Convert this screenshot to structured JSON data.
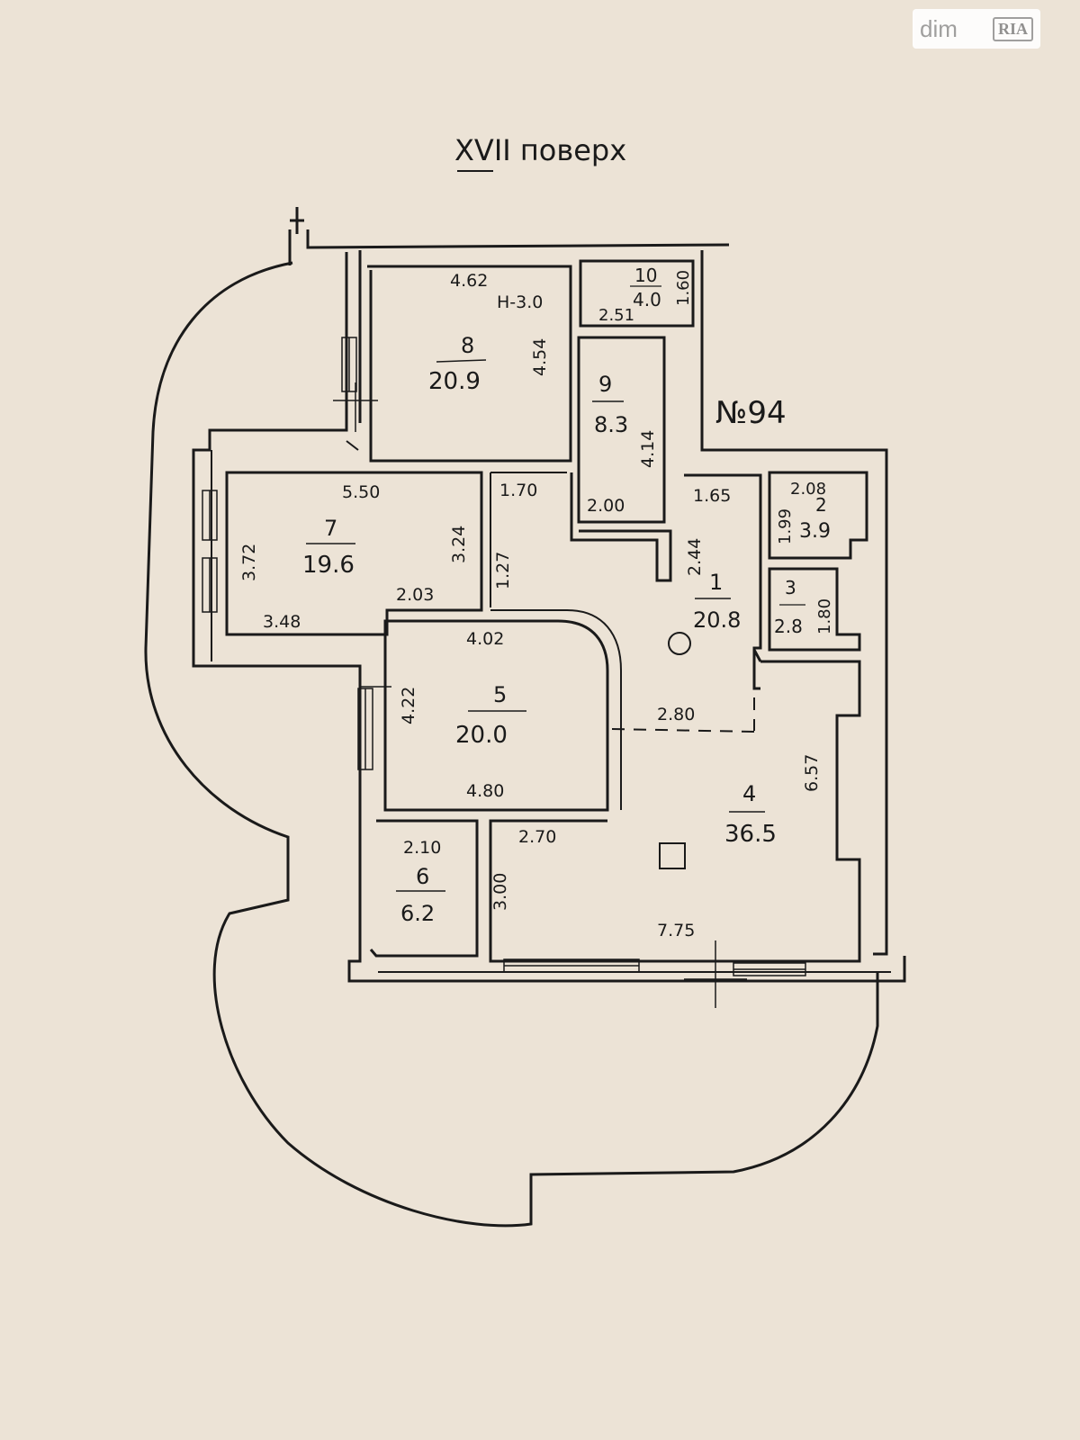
{
  "title": "XVII поверх",
  "apartment_number": "№94",
  "watermark": {
    "brand": "dim",
    "logo_text": "RIA"
  },
  "rooms": [
    {
      "num": "1",
      "area": "20.8",
      "dims": [
        "1.65",
        "2.44",
        "2.80"
      ]
    },
    {
      "num": "2",
      "area": "3.9",
      "dims": [
        "2.08",
        "1.99"
      ]
    },
    {
      "num": "3",
      "area": "2.8",
      "dims": [
        "1.80"
      ]
    },
    {
      "num": "4",
      "area": "36.5",
      "dims": [
        "6.57",
        "2.70",
        "3.00",
        "7.75"
      ]
    },
    {
      "num": "5",
      "area": "20.0",
      "dims": [
        "4.02",
        "4.22",
        "4.80"
      ]
    },
    {
      "num": "6",
      "area": "6.2",
      "dims": [
        "2.10"
      ]
    },
    {
      "num": "7",
      "area": "19.6",
      "dims": [
        "5.50",
        "3.72",
        "3.24",
        "3.48",
        "2.03"
      ]
    },
    {
      "num": "8",
      "area": "20.9",
      "dims": [
        "4.62",
        "H-3.0",
        "4.54"
      ]
    },
    {
      "num": "9",
      "area": "8.3",
      "dims": [
        "4.14",
        "2.00"
      ]
    },
    {
      "num": "10",
      "area": "4.0",
      "dims": [
        "1.60",
        "2.51"
      ]
    }
  ],
  "corridor_dims": [
    "1.70",
    "1.27"
  ]
}
